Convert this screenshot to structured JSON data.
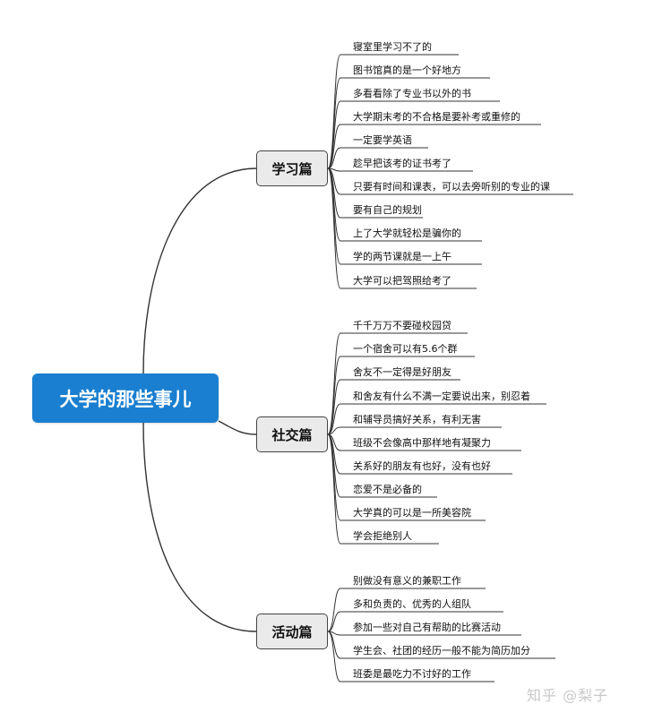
{
  "root": {
    "label": "大学的那些事儿"
  },
  "branches": [
    {
      "label": "学习篇",
      "items": [
        "寝室里学习不了的",
        "图书馆真的是一个好地方",
        "多看看除了专业书以外的书",
        "大学期末考的不合格是要补考或重修的",
        "一定要学英语",
        "趁早把该考的证书考了",
        "只要有时间和课表，可以去旁听别的专业的课",
        "要有自己的规划",
        "上了大学就轻松是骗你的",
        "学的两节课就是一上午",
        "大学可以把驾照给考了"
      ]
    },
    {
      "label": "社交篇",
      "items": [
        "千千万万不要碰校园贷",
        "一个宿舍可以有5.6个群",
        "舍友不一定得是好朋友",
        "和舍友有什么不满一定要说出来，别忍着",
        "和辅导员搞好关系，有利无害",
        "班级不会像高中那样地有凝聚力",
        "关系好的朋友有也好，没有也好",
        "恋爱不是必备的",
        "大学真的可以是一所美容院",
        "学会拒绝别人"
      ]
    },
    {
      "label": "活动篇",
      "items": [
        "别做没有意义的兼职工作",
        "多和负责的、优秀的人组队",
        "参加一些对自己有帮助的比赛活动",
        "学生会、社团的经历一般不能为简历加分",
        "班委是最吃力不讨好的工作"
      ]
    }
  ],
  "watermark": "知乎 @梨子"
}
